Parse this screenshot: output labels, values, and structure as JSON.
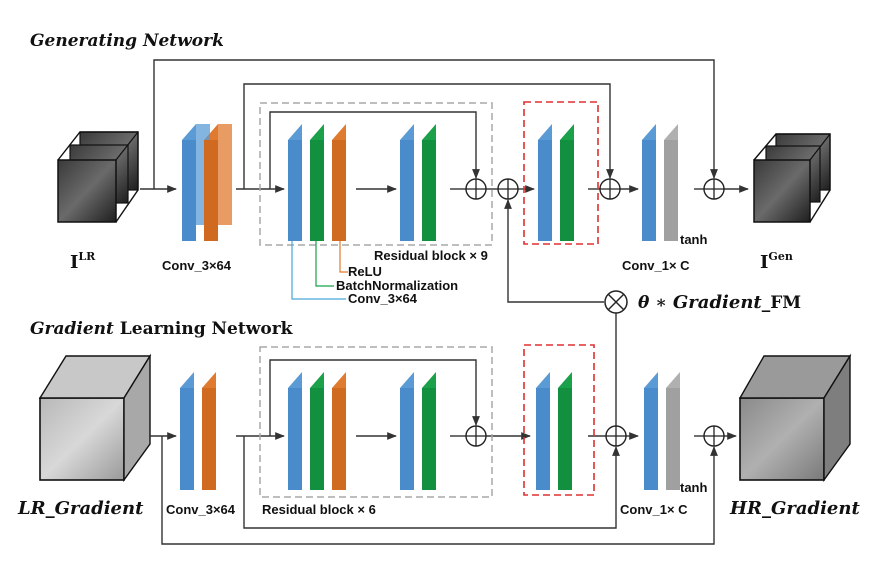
{
  "titles": {
    "generating": "Generating Network",
    "gradient_italic": "Gradient",
    "gradient_rest": " Learning Network"
  },
  "top": {
    "conv_in": "Conv_3×64",
    "residual": "Residual block × 9",
    "conv_out": "Conv_1× C",
    "tanh": "tanh",
    "input_main": "I",
    "input_sup": "LR",
    "output_main": "I",
    "output_sup": "Gen"
  },
  "legend": {
    "relu": "ReLU",
    "bn": "BatchNormalization",
    "conv": "Conv_3×64"
  },
  "fusion": {
    "theta": "θ ∗ ",
    "gradient_italic": "Gradient",
    "fm": "_FM"
  },
  "bottom": {
    "conv_in": "Conv_3×64",
    "residual": "Residual block × 6",
    "conv_out": "Conv_1× C",
    "tanh": "tanh",
    "input": "LR_Gradient",
    "output": "HR_Gradient"
  },
  "colors": {
    "conv_blue": "#5b9bd5",
    "bn_green": "#1aa14a",
    "relu_orange": "#e07a2e",
    "tanh_gray": "#b0b0b0",
    "dash_gray": "#a8a8a8",
    "dash_red": "#e03030"
  }
}
